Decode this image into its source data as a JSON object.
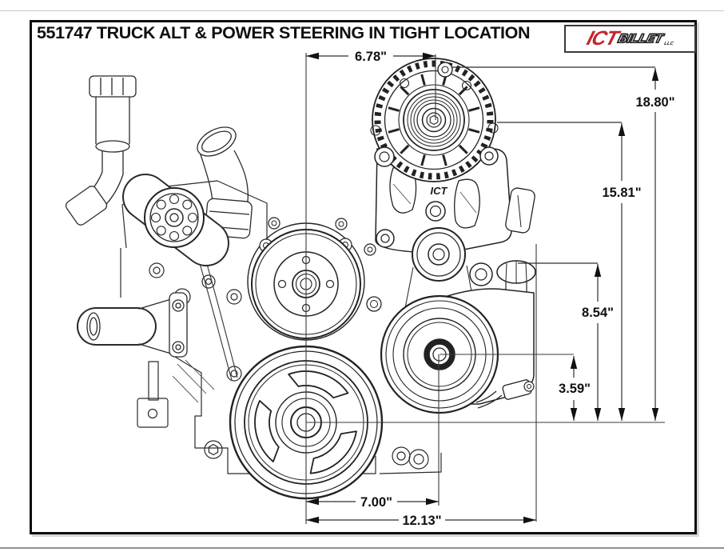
{
  "title_bar": {
    "part_title": "551747 TRUCK ALT & POWER STEERING IN TIGHT LOCATION"
  },
  "logo": {
    "ict": "ICT",
    "billet": "BILLET",
    "llc": "LLC"
  },
  "bracket_engraving": "ICT",
  "dimensions": {
    "width_alt_center": "6.78\"",
    "height_alt_top": "18.80\"",
    "height_alt_center": "15.81\"",
    "height_reservoir": "8.54\"",
    "height_ps_center": "3.59\"",
    "width_ps_center": "7.00\"",
    "width_overall": "12.13\""
  },
  "colors": {
    "line_art": "#222222",
    "dimension_lines": "#333333",
    "brand_red": "#c1272d",
    "frame_border": "#0e0e0e"
  }
}
